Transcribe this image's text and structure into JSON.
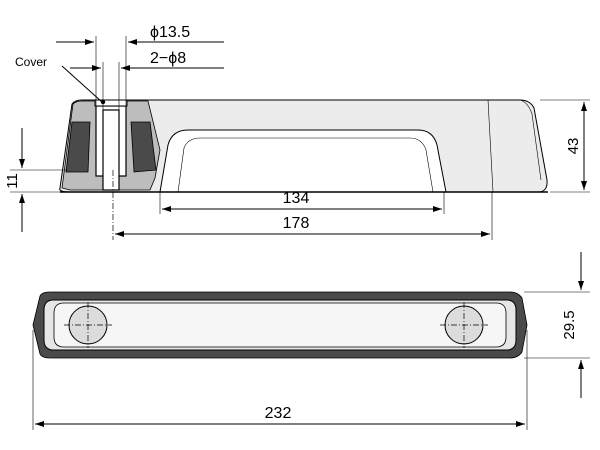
{
  "labels": {
    "cover": "Cover",
    "dia_head": "ϕ13.5",
    "dia_hole": "2−ϕ8",
    "height": "43",
    "rib": "11",
    "inner_length": "134",
    "pitch": "178",
    "width": "29.5",
    "total_length": "232"
  }
}
